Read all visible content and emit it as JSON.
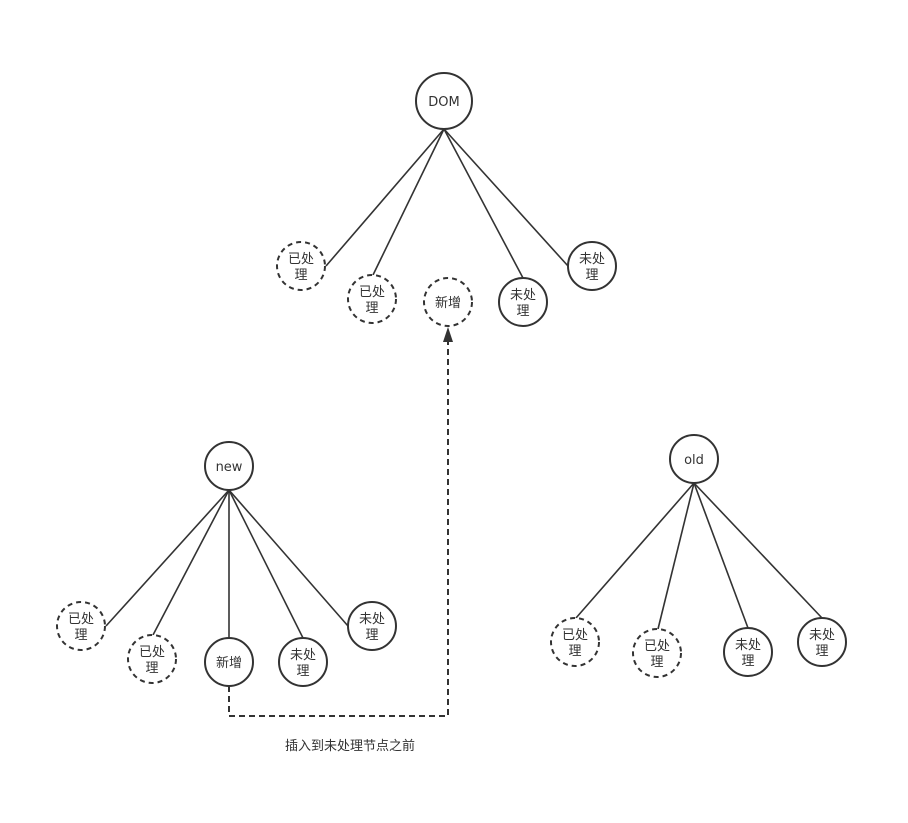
{
  "trees": [
    {
      "id": "dom",
      "root": {
        "label": "DOM"
      },
      "children": [
        {
          "label": [
            "已处",
            "理"
          ],
          "style": "dashed"
        },
        {
          "label": [
            "已处",
            "理"
          ],
          "style": "dashed"
        },
        {
          "label": [
            "新增"
          ],
          "style": "dashed",
          "detached": true
        },
        {
          "label": [
            "未处",
            "理"
          ],
          "style": "solid"
        },
        {
          "label": [
            "未处",
            "理"
          ],
          "style": "solid"
        }
      ]
    },
    {
      "id": "new",
      "root": {
        "label": "new"
      },
      "children": [
        {
          "label": [
            "已处",
            "理"
          ],
          "style": "dashed"
        },
        {
          "label": [
            "已处",
            "理"
          ],
          "style": "dashed"
        },
        {
          "label": [
            "新增"
          ],
          "style": "solid"
        },
        {
          "label": [
            "未处",
            "理"
          ],
          "style": "solid"
        },
        {
          "label": [
            "未处",
            "理"
          ],
          "style": "solid"
        }
      ]
    },
    {
      "id": "old",
      "root": {
        "label": "old"
      },
      "children": [
        {
          "label": [
            "已处",
            "理"
          ],
          "style": "dashed"
        },
        {
          "label": [
            "已处",
            "理"
          ],
          "style": "dashed"
        },
        {
          "label": [
            "未处",
            "理"
          ],
          "style": "solid"
        },
        {
          "label": [
            "未处",
            "理"
          ],
          "style": "solid"
        }
      ]
    }
  ],
  "arrow": {
    "from": "new.children.2",
    "to": "dom.children.2",
    "style": "dashed"
  },
  "caption": "插入到未处理节点之前"
}
